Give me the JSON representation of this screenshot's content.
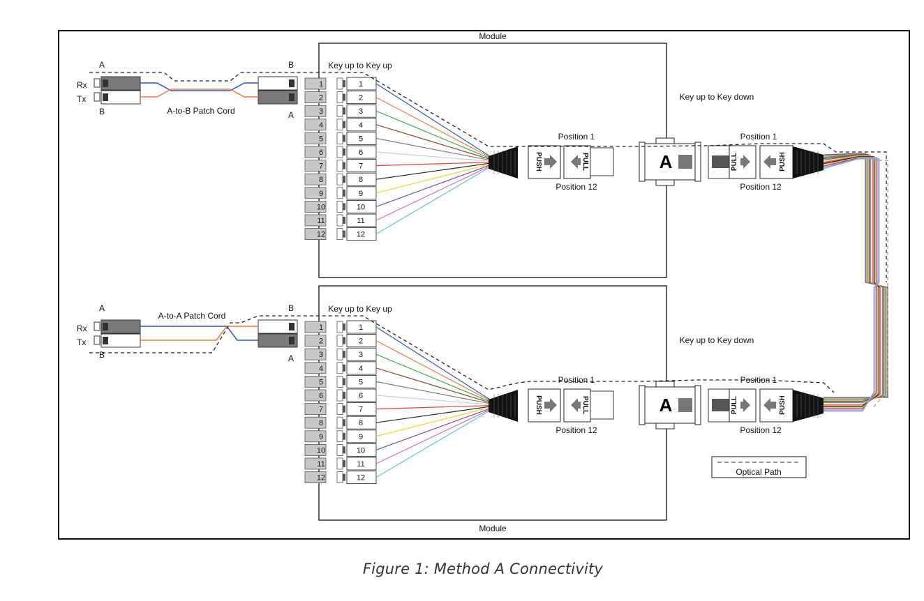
{
  "diagram": {
    "module_label_top": "Module",
    "module_label_bottom": "Module",
    "caption": "Figure 1:  Method A Connectivity",
    "legend_label": "Optical Path",
    "push_label": "PUSH",
    "pull_label": "PULL",
    "adapter_letter": "A",
    "rx_label": "Rx",
    "tx_label": "Tx",
    "fiber_numbers": [
      "1",
      "2",
      "3",
      "4",
      "5",
      "6",
      "7",
      "8",
      "9",
      "10",
      "11",
      "12"
    ],
    "fiber_colors": [
      "#2f56b8",
      "#f07a3c",
      "#3aab4a",
      "#8a4a2a",
      "#7f7f7f",
      "#cfcfcf",
      "#e0463c",
      "#222222",
      "#f5d22a",
      "#7a4aa8",
      "#e46ab4",
      "#5cc6d4"
    ],
    "top": {
      "left_end_label": "A",
      "left_end_bottom_label": "B",
      "right_end_label": "B",
      "right_end_bottom_label": "A",
      "patch_cord_label": "A-to-B Patch Cord",
      "key_left": "Key up to Key up",
      "key_right": "Key up to Key down",
      "pos1_left": "Position 1",
      "pos12_left": "Position 12",
      "pos1_right": "Position 1",
      "pos12_right": "Position 12"
    },
    "bottom": {
      "left_end_label": "A",
      "left_end_bottom_label": "B",
      "right_end_label": "B",
      "right_end_bottom_label": "A",
      "patch_cord_label": "A-to-A Patch Cord",
      "key_left": "Key up to Key up",
      "key_right": "Key up to Key down",
      "pos1_left": "Position 1",
      "pos12_left": "Position 12",
      "pos1_right": "Position 1",
      "pos12_right": "Position 12"
    }
  }
}
